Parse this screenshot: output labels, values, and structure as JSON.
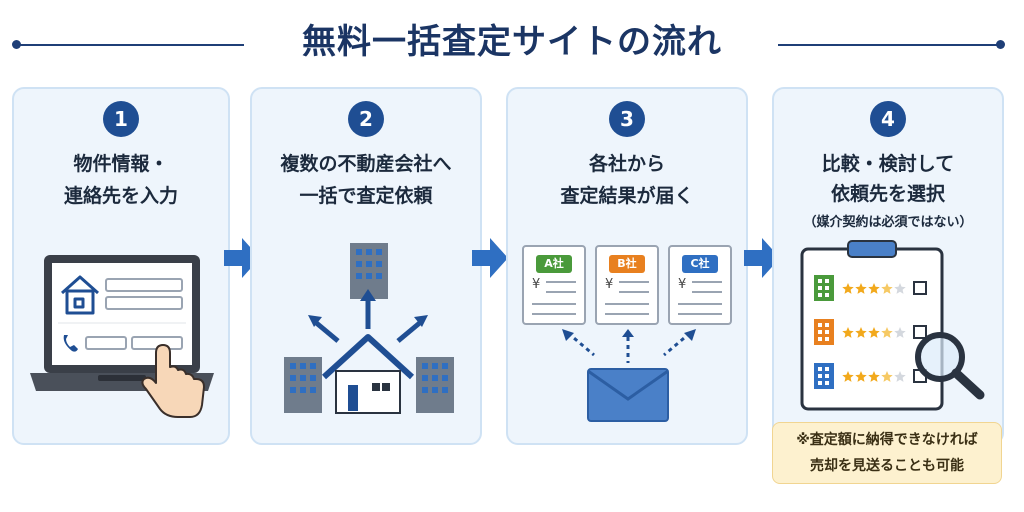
{
  "title": "無料一括査定サイトの流れ",
  "steps": [
    {
      "number": "1",
      "line1": "物件情報・",
      "line2": "連絡先を入力"
    },
    {
      "number": "2",
      "line1": "複数の不動産会社へ",
      "line2": "一括で査定依頼"
    },
    {
      "number": "3",
      "line1": "各社から",
      "line2": "査定結果が届く",
      "documents": [
        {
          "label": "A社",
          "color": "#4a9a3b"
        },
        {
          "label": "B社",
          "color": "#e8801f"
        },
        {
          "label": "C社",
          "color": "#2f6fc2"
        }
      ],
      "currency_symbol": "¥"
    },
    {
      "number": "4",
      "line1": "比較・検討して",
      "line2": "依頼先を選択",
      "sub": "（媒介契約は必須ではない）",
      "ratings": [
        {
          "building_color": "#4a9a3b",
          "stars": 3.5,
          "max": 5
        },
        {
          "building_color": "#e8801f",
          "stars": 3.5,
          "max": 5
        },
        {
          "building_color": "#2f6fc2",
          "stars": 3.5,
          "max": 5
        }
      ]
    }
  ],
  "note": {
    "line1": "※査定額に納得できなければ",
    "line2": "売却を見送ることも可能"
  },
  "colors": {
    "primary": "#1f4e93",
    "arrow": "#2f6fc2",
    "card_bg": "#eef5fc",
    "star": "#f2a91c"
  }
}
